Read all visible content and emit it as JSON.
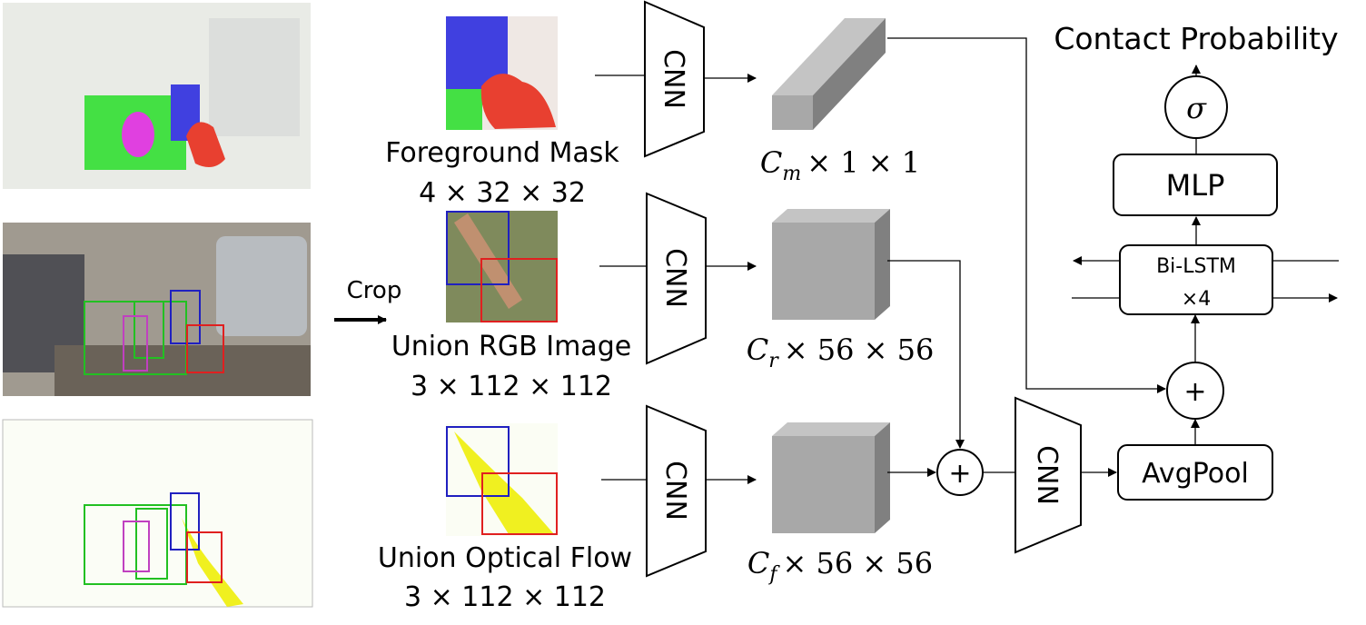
{
  "title": "Contact Probability",
  "crop_label": "Crop",
  "branches": [
    {
      "input_label": "Foreground Mask",
      "input_shape": "4 × 32 × 32",
      "encoder": "CNN",
      "feature_symbol": "C",
      "feature_sub": "m",
      "feature_shape": "× 1 × 1"
    },
    {
      "input_label": "Union RGB Image",
      "input_shape": "3 × 112 × 112",
      "encoder": "CNN",
      "feature_symbol": "C",
      "feature_sub": "r",
      "feature_shape": "× 56 × 56"
    },
    {
      "input_label": "Union Optical Flow",
      "input_shape": "3 × 112 × 112",
      "encoder": "CNN",
      "feature_symbol": "C",
      "feature_sub": "f",
      "feature_shape": "× 56 × 56"
    }
  ],
  "fusion": {
    "plus": "+",
    "cnn": "CNN",
    "avgpool": "AvgPool",
    "plus2": "+",
    "bilstm_line1": "Bi-LSTM",
    "bilstm_line2": "×4",
    "mlp": "MLP",
    "sigma": "σ"
  },
  "colors": {
    "mask_green": "#44e044",
    "mask_blue": "#4040e0",
    "mask_red": "#e84030",
    "mask_magenta": "#e040e0",
    "box_green": "#22c022",
    "box_blue": "#2020c0",
    "box_red": "#e02020",
    "box_magenta": "#c040c0",
    "flow_yellow": "#f0f020",
    "cube": "#a8a8a8"
  }
}
